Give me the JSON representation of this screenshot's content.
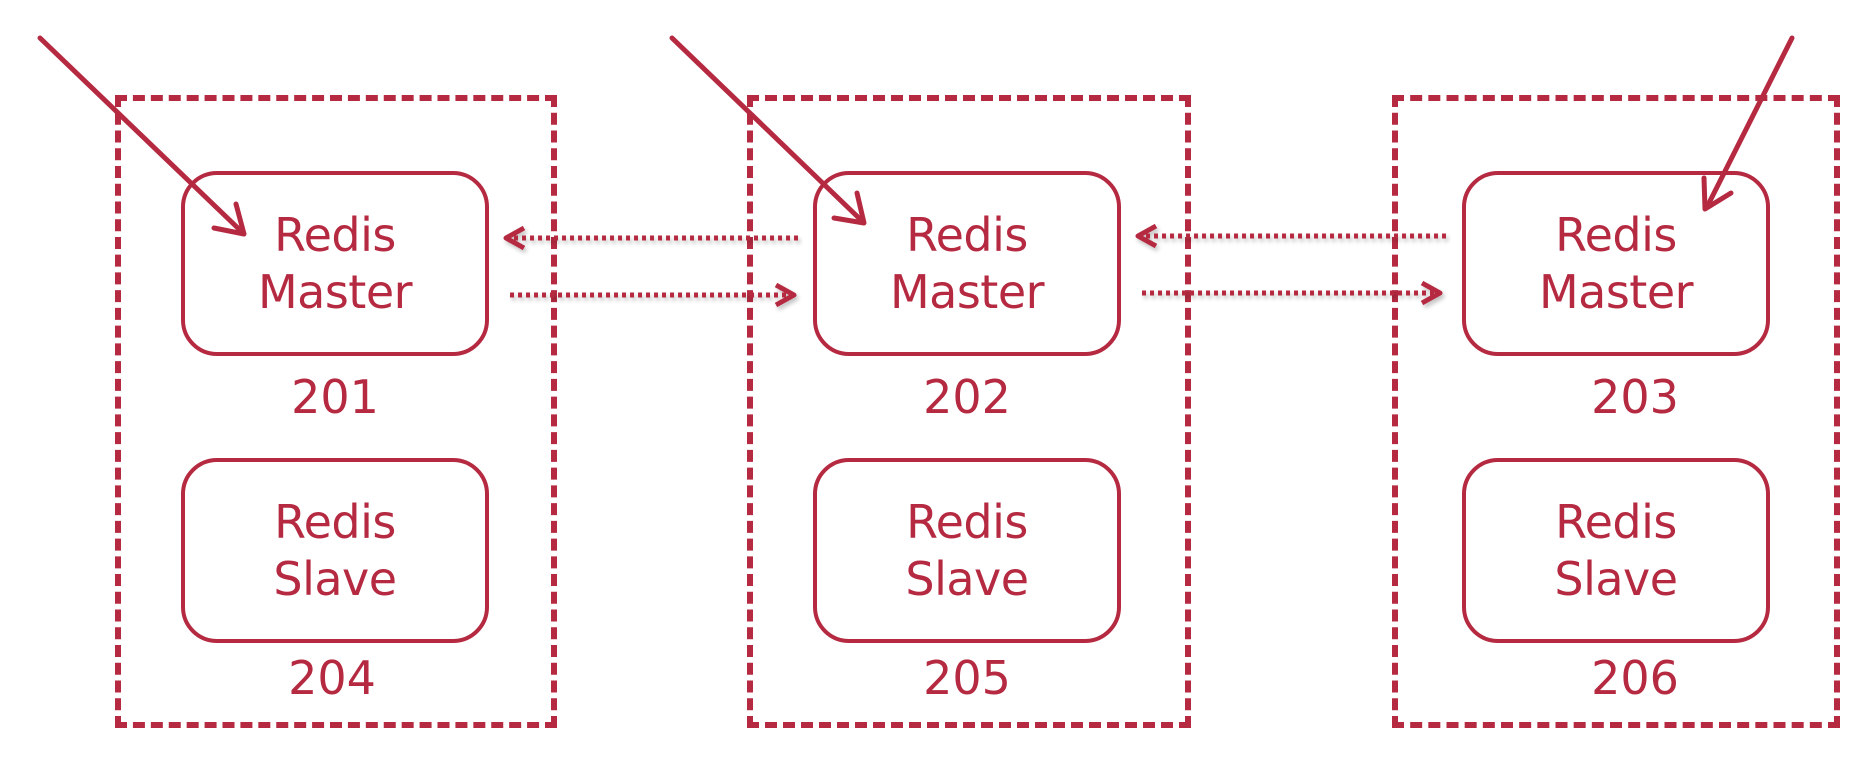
{
  "colors": {
    "accent": "#b52a41",
    "background": "#ffffff"
  },
  "groups": [
    {
      "master": {
        "line1": "Redis",
        "line2": "Master",
        "id": "201"
      },
      "slave": {
        "line1": "Redis",
        "line2": "Slave",
        "id": "204"
      }
    },
    {
      "master": {
        "line1": "Redis",
        "line2": "Master",
        "id": "202"
      },
      "slave": {
        "line1": "Redis",
        "line2": "Slave",
        "id": "205"
      }
    },
    {
      "master": {
        "line1": "Redis",
        "line2": "Master",
        "id": "203"
      },
      "slave": {
        "line1": "Redis",
        "line2": "Slave",
        "id": "206"
      }
    }
  ]
}
